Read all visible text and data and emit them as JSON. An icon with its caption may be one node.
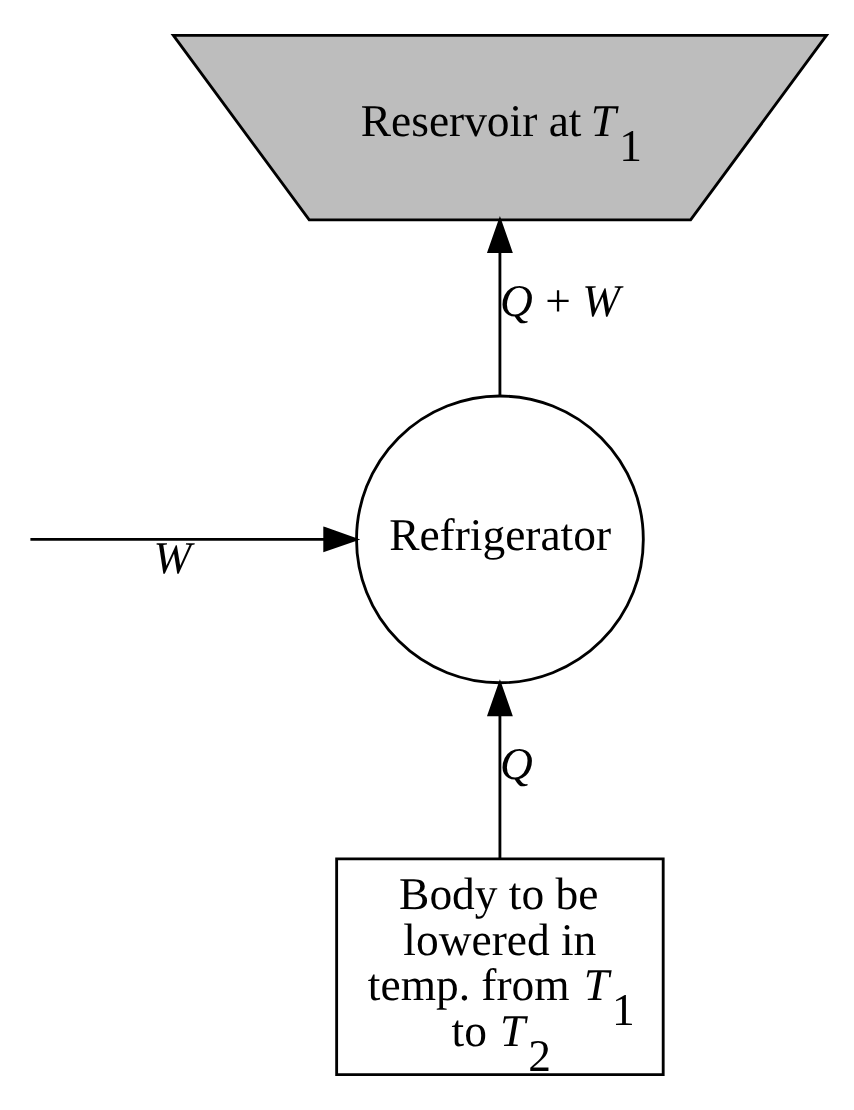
{
  "diagram": {
    "nodes": [
      {
        "text": [
          "Reservoir at *T*$_{1}$"
        ]
      },
      {
        "text": [
          "Refrigerator"
        ]
      },
      {
        "text": [
          "Body to be lowered in temp. from *T*$_{1}$ to *T*$_{2}$"
        ]
      }
    ],
    "edges": [
      {
        "from": null,
        "to": 1,
        "arrow": "to",
        "label": "*W*"
      },
      {
        "from": 2,
        "to": 1,
        "arrow": "to",
        "label": "*Q*"
      },
      {
        "from": 1,
        "to": 0,
        "arrow": "to",
        "label": "*Q* + *W*"
      }
    ]
  }
}
